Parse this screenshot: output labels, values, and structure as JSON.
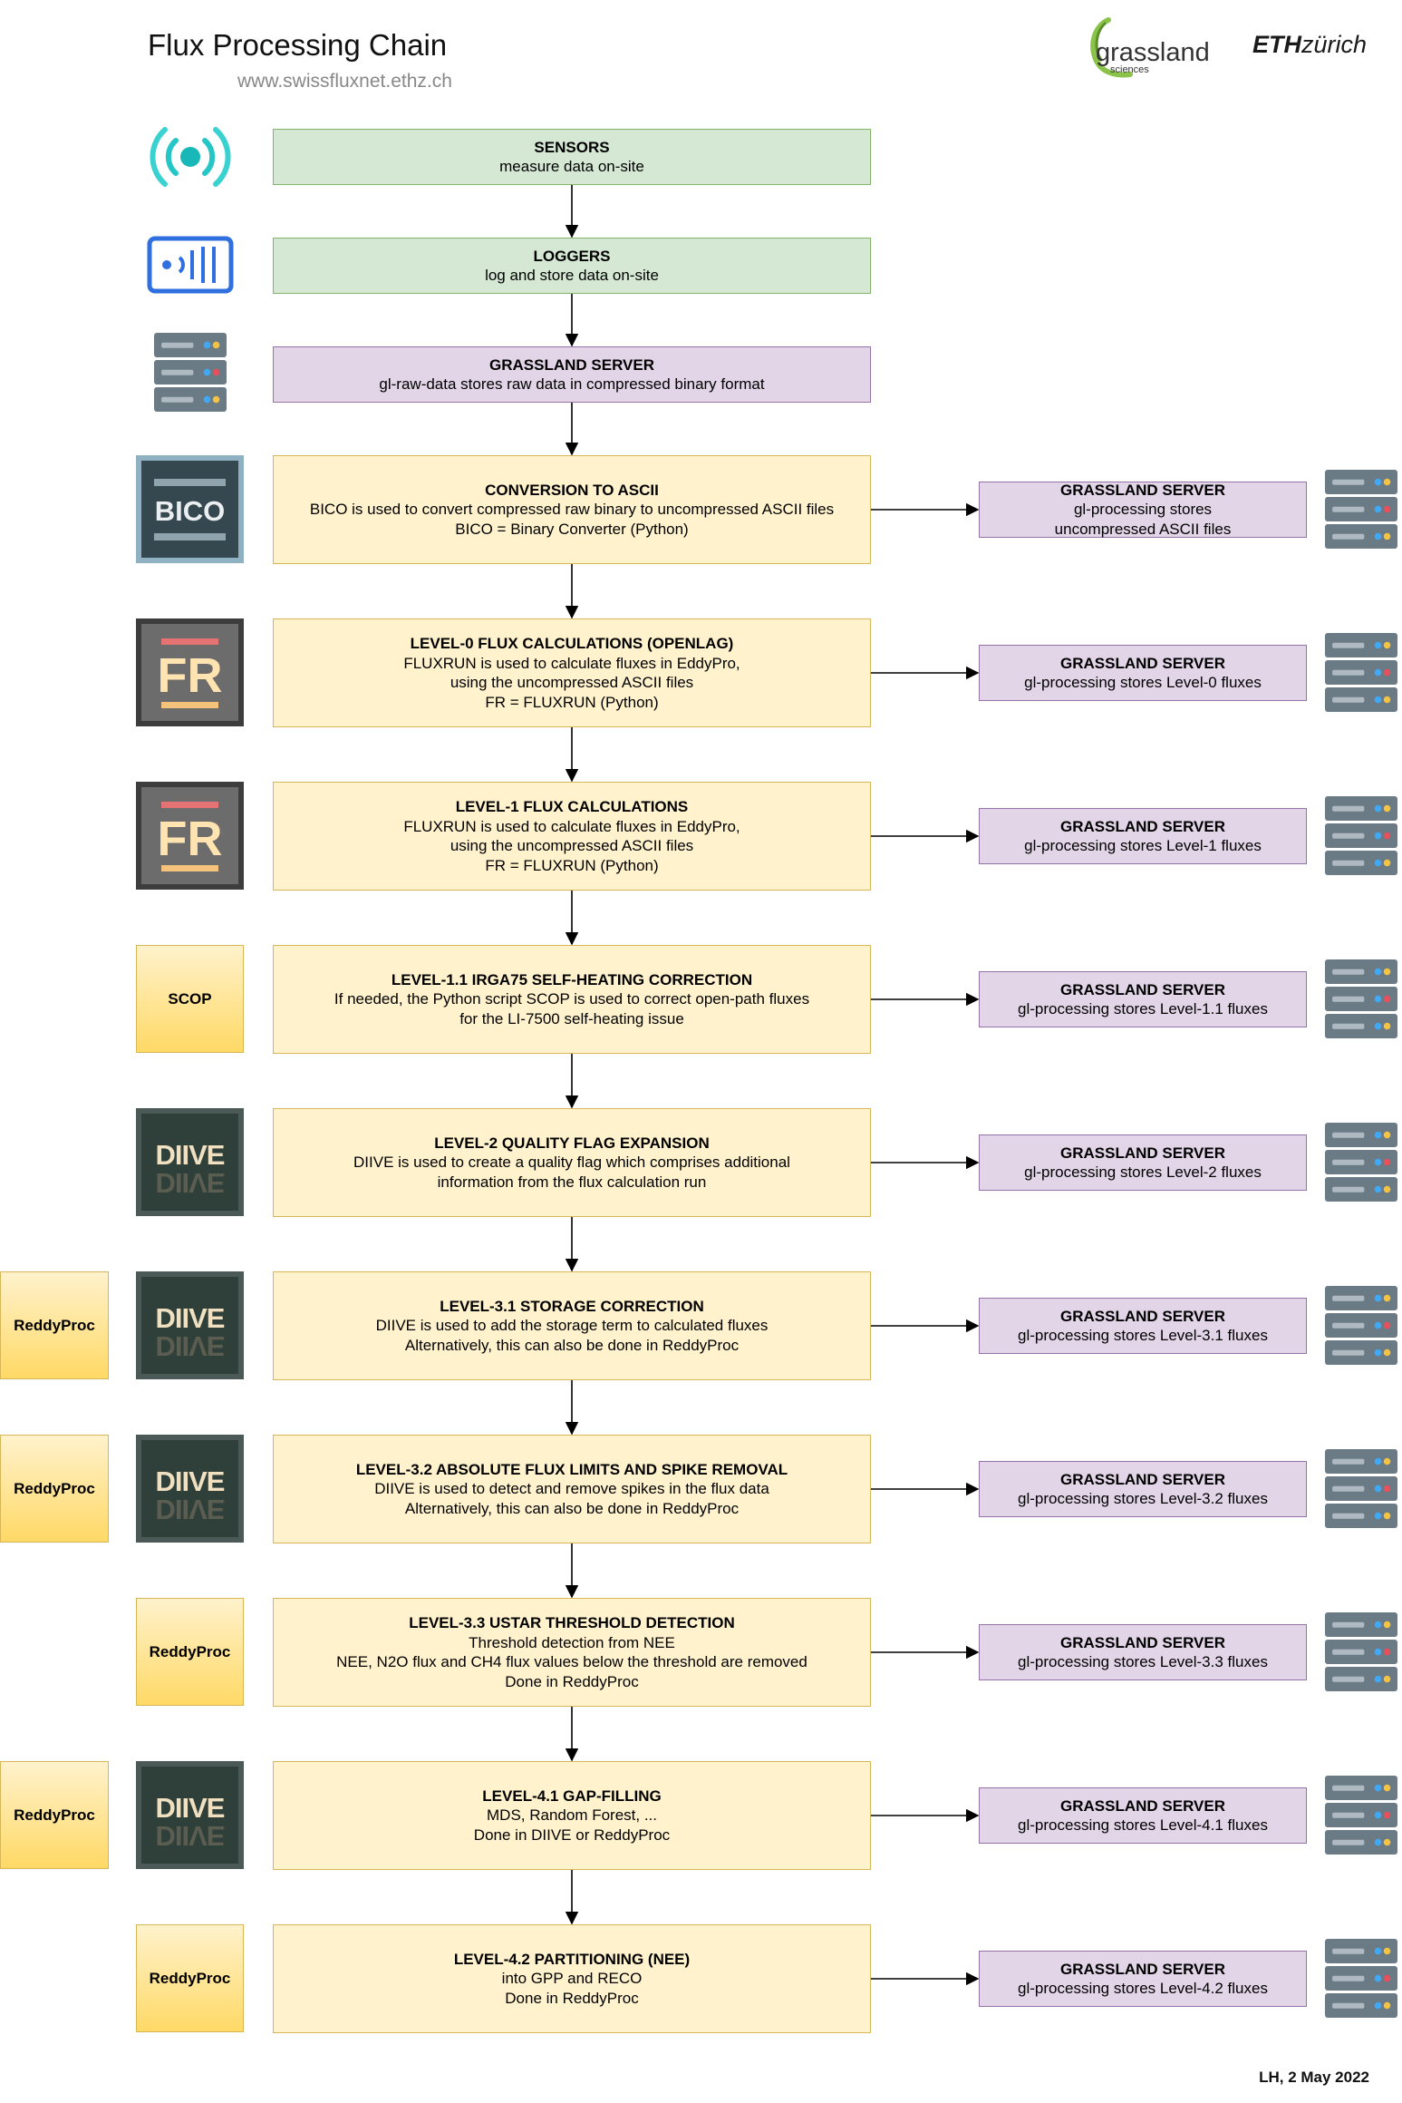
{
  "header": {
    "title": "Flux Processing Chain",
    "url": "www.swissfluxnet.ethz.ch",
    "logo_grassland": "grassland",
    "logo_grassland_sub": "sciences",
    "logo_eth_bold": "ETH",
    "logo_eth_rest": "zürich"
  },
  "chain": [
    {
      "title": "SENSORS",
      "lines": [
        "measure data on-site"
      ]
    },
    {
      "title": "LOGGERS",
      "lines": [
        "log and store data on-site"
      ]
    },
    {
      "title": "GRASSLAND SERVER",
      "lines": [
        "gl-raw-data stores raw data in compressed binary format"
      ]
    },
    {
      "title": "CONVERSION TO ASCII",
      "lines": [
        "BICO is used to convert compressed raw binary to uncompressed ASCII files",
        "BICO = Binary Converter (Python)"
      ]
    },
    {
      "title": "LEVEL-0 FLUX CALCULATIONS (OPENLAG)",
      "lines": [
        "FLUXRUN is used to calculate fluxes in EddyPro,",
        "using the uncompressed ASCII files",
        "FR = FLUXRUN (Python)"
      ]
    },
    {
      "title": "LEVEL-1 FLUX CALCULATIONS",
      "lines": [
        "FLUXRUN is used to calculate fluxes in EddyPro,",
        "using the uncompressed ASCII files",
        "FR = FLUXRUN (Python)"
      ]
    },
    {
      "title": "LEVEL-1.1 IRGA75 SELF-HEATING CORRECTION",
      "lines": [
        "If needed, the Python script SCOP is used to correct open-path fluxes",
        "for the LI-7500 self-heating issue"
      ]
    },
    {
      "title": "LEVEL-2 QUALITY FLAG EXPANSION",
      "lines": [
        "DIIVE is used to create a quality flag which comprises additional",
        "information from the flux calculation run"
      ]
    },
    {
      "title": "LEVEL-3.1 STORAGE CORRECTION",
      "lines": [
        "DIIVE is used to add the storage term to calculated fluxes",
        "Alternatively, this can also be done in ReddyProc"
      ]
    },
    {
      "title": "LEVEL-3.2 ABSOLUTE FLUX LIMITS AND SPIKE REMOVAL",
      "lines": [
        "DIIVE is used to detect and remove spikes in the flux data",
        "Alternatively, this can also be done in ReddyProc"
      ]
    },
    {
      "title": "LEVEL-3.3 USTAR THRESHOLD DETECTION",
      "lines": [
        "Threshold detection from NEE",
        "NEE, N2O flux and CH4 flux values below the threshold are removed",
        "Done in ReddyProc"
      ]
    },
    {
      "title": "LEVEL-4.1 GAP-FILLING",
      "lines": [
        "MDS, Random Forest, ...",
        "Done in DIIVE or ReddyProc"
      ]
    },
    {
      "title": "LEVEL-4.2 PARTITIONING (NEE)",
      "lines": [
        "into GPP and RECO",
        "Done in ReddyProc"
      ]
    }
  ],
  "servers": [
    {
      "title": "GRASSLAND SERVER",
      "lines": [
        "gl-processing stores",
        "uncompressed ASCII files"
      ]
    },
    {
      "title": "GRASSLAND SERVER",
      "lines": [
        "gl-processing stores Level-0 fluxes"
      ]
    },
    {
      "title": "GRASSLAND SERVER",
      "lines": [
        "gl-processing stores Level-1 fluxes"
      ]
    },
    {
      "title": "GRASSLAND SERVER",
      "lines": [
        "gl-processing stores Level-1.1 fluxes"
      ]
    },
    {
      "title": "GRASSLAND SERVER",
      "lines": [
        "gl-processing stores Level-2 fluxes"
      ]
    },
    {
      "title": "GRASSLAND SERVER",
      "lines": [
        "gl-processing stores Level-3.1 fluxes"
      ]
    },
    {
      "title": "GRASSLAND SERVER",
      "lines": [
        "gl-processing stores Level-3.2 fluxes"
      ]
    },
    {
      "title": "GRASSLAND SERVER",
      "lines": [
        "gl-processing stores Level-3.3 fluxes"
      ]
    },
    {
      "title": "GRASSLAND SERVER",
      "lines": [
        "gl-processing stores Level-4.1 fluxes"
      ]
    },
    {
      "title": "GRASSLAND SERVER",
      "lines": [
        "gl-processing stores Level-4.2 fluxes"
      ]
    }
  ],
  "tools": {
    "bico": "BICO",
    "fr": "FR",
    "scop": "SCOP",
    "diive": "DIIVE",
    "reddyproc": "ReddyProc"
  },
  "icons": [
    "sensor-broadcast-icon",
    "logger-signal-icon",
    "server-rack-icon"
  ],
  "colors": {
    "green_fill": "#d5e8d4",
    "green_border": "#82b366",
    "purple_fill": "#e1d5e7",
    "purple_border": "#9673a6",
    "yellow_fill": "#fff2cc",
    "yellow_border": "#d6b656",
    "reddyproc_gradient_end": "#ffd966",
    "sensor_teal": "#26c6c6",
    "logger_blue": "#2f6fe0"
  },
  "footer": "LH, 2 May 2022"
}
